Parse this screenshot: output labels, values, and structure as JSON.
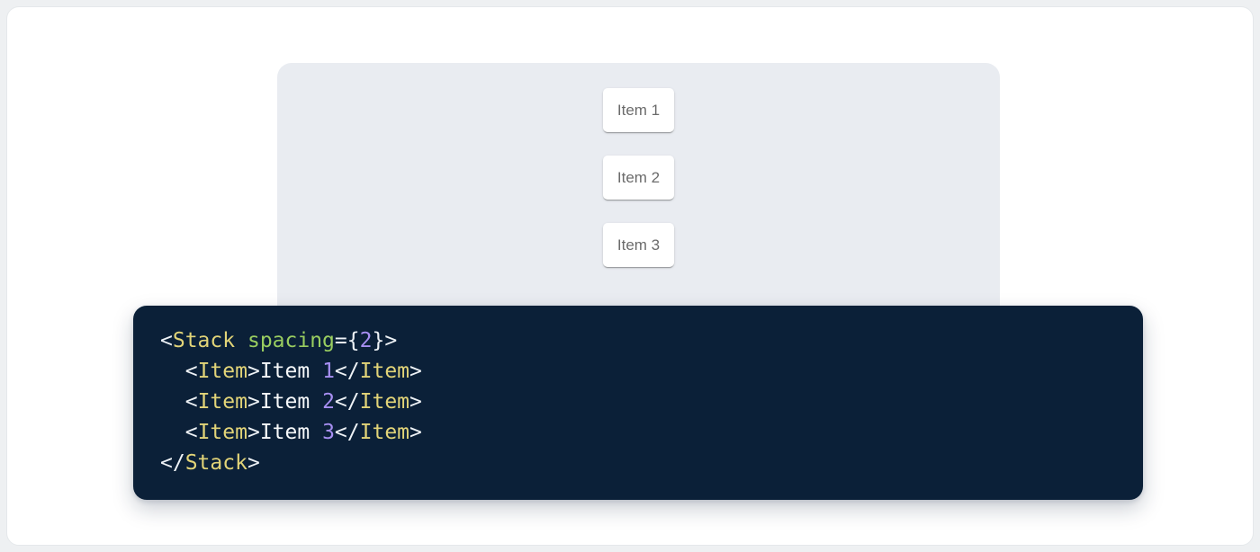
{
  "colors": {
    "page-bg": "#eef0f2",
    "card-bg": "#ffffff",
    "card-border": "#e5e8eb",
    "panel-bg": "#e9ecf1",
    "item-bg": "#ffffff",
    "item-text": "#6b6b6b",
    "code-bg": "#0b2038",
    "tok-plain": "#f6f8fa",
    "tok-punct": "#eef2f6",
    "tok-tag": "#e2d478",
    "tok-attr": "#99cd60",
    "tok-number": "#a78ff2"
  },
  "demo": {
    "items": [
      {
        "label": "Item 1"
      },
      {
        "label": "Item 2"
      },
      {
        "label": "Item 3"
      }
    ]
  },
  "code": {
    "language": "jsx",
    "lines": [
      {
        "tokens": [
          {
            "type": "punct",
            "text": "<"
          },
          {
            "type": "tag",
            "text": "Stack"
          },
          {
            "type": "plain",
            "text": " "
          },
          {
            "type": "attr",
            "text": "spacing"
          },
          {
            "type": "punct",
            "text": "="
          },
          {
            "type": "punct",
            "text": "{"
          },
          {
            "type": "number",
            "text": "2"
          },
          {
            "type": "punct",
            "text": "}"
          },
          {
            "type": "punct",
            "text": ">"
          }
        ]
      },
      {
        "tokens": [
          {
            "type": "plain",
            "text": "  "
          },
          {
            "type": "punct",
            "text": "<"
          },
          {
            "type": "tag",
            "text": "Item"
          },
          {
            "type": "punct",
            "text": ">"
          },
          {
            "type": "plain",
            "text": "Item "
          },
          {
            "type": "number",
            "text": "1"
          },
          {
            "type": "punct",
            "text": "</"
          },
          {
            "type": "tag",
            "text": "Item"
          },
          {
            "type": "punct",
            "text": ">"
          }
        ]
      },
      {
        "tokens": [
          {
            "type": "plain",
            "text": "  "
          },
          {
            "type": "punct",
            "text": "<"
          },
          {
            "type": "tag",
            "text": "Item"
          },
          {
            "type": "punct",
            "text": ">"
          },
          {
            "type": "plain",
            "text": "Item "
          },
          {
            "type": "number",
            "text": "2"
          },
          {
            "type": "punct",
            "text": "</"
          },
          {
            "type": "tag",
            "text": "Item"
          },
          {
            "type": "punct",
            "text": ">"
          }
        ]
      },
      {
        "tokens": [
          {
            "type": "plain",
            "text": "  "
          },
          {
            "type": "punct",
            "text": "<"
          },
          {
            "type": "tag",
            "text": "Item"
          },
          {
            "type": "punct",
            "text": ">"
          },
          {
            "type": "plain",
            "text": "Item "
          },
          {
            "type": "number",
            "text": "3"
          },
          {
            "type": "punct",
            "text": "</"
          },
          {
            "type": "tag",
            "text": "Item"
          },
          {
            "type": "punct",
            "text": ">"
          }
        ]
      },
      {
        "tokens": [
          {
            "type": "punct",
            "text": "</"
          },
          {
            "type": "tag",
            "text": "Stack"
          },
          {
            "type": "punct",
            "text": ">"
          }
        ]
      }
    ]
  }
}
